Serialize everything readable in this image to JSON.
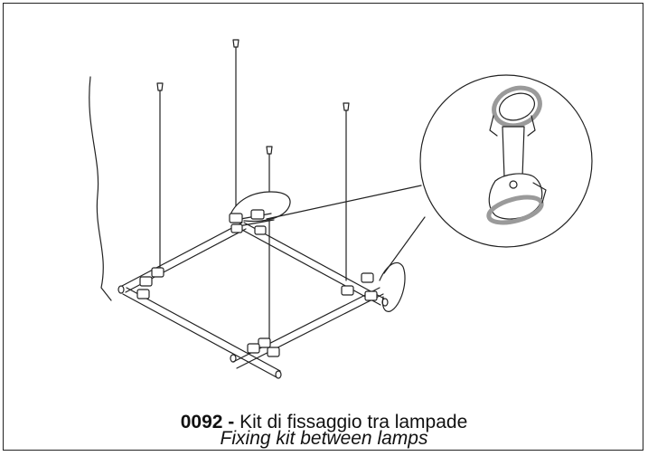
{
  "caption": {
    "code": "0092 -",
    "title_it": "Kit di fissaggio tra lampade",
    "title_en": "Fixing kit between lamps"
  },
  "colors": {
    "line": "#222222",
    "clip_gray": "#9a9a9a"
  },
  "icons": {
    "detail": "magnified-clamp-detail"
  }
}
